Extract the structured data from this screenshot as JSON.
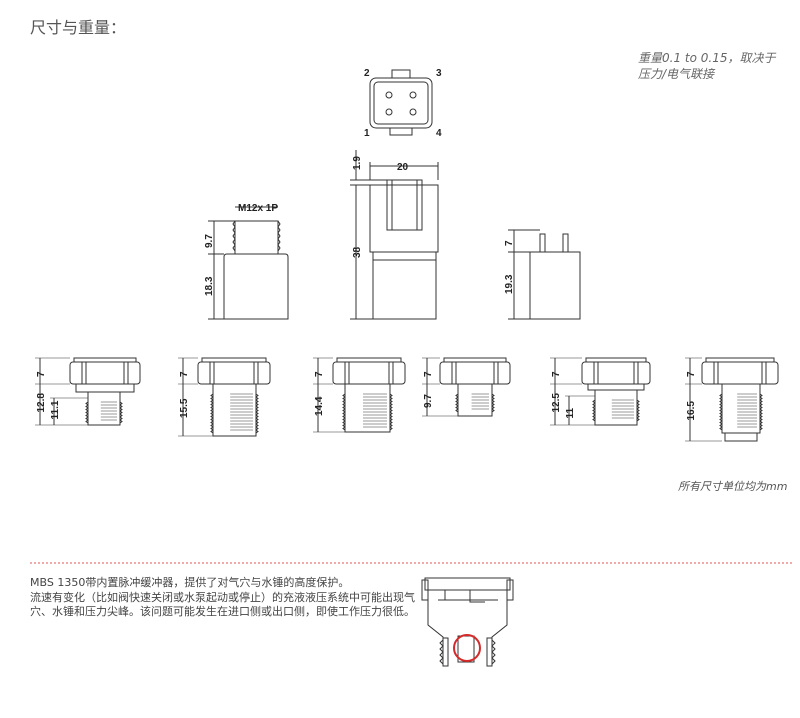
{
  "header": {
    "title": "尺寸与重量："
  },
  "weight_note": {
    "line1": "重量0.1 to 0.15，取决于",
    "line2": "压力/电气联接"
  },
  "connector": {
    "pins": [
      "2",
      "3",
      "1",
      "4"
    ]
  },
  "top_drawings": {
    "m12": {
      "thread": "M12x 1P",
      "thread_height": "9.7",
      "body_height": "18.3"
    },
    "din": {
      "top": "1.9",
      "width": "20",
      "height": "38"
    },
    "pins": {
      "pin_height": "7",
      "body_height": "19.3"
    }
  },
  "fittings": [
    {
      "dims": [
        "7",
        "12.8",
        "11.1"
      ]
    },
    {
      "dims": [
        "7",
        "15.5"
      ]
    },
    {
      "dims": [
        "7",
        "14.4"
      ]
    },
    {
      "dims": [
        "7",
        "9.7"
      ]
    },
    {
      "dims": [
        "7",
        "12.5",
        "11"
      ]
    },
    {
      "dims": [
        "7",
        "16.5"
      ]
    }
  ],
  "units_note": "所有尺寸单位均为mm",
  "description": {
    "line1": "MBS 1350带内置脉冲缓冲器，提供了对气穴与水锤的高度保护。",
    "line2": "流速有变化（比如阀快速关闭或水泵起动或停止）的充液液压系统中可能出现气穴、水锤和压力尖峰。该问题可能发生在进口侧或出口侧，即使工作压力很低。"
  },
  "colors": {
    "highlight": "#d42a2a",
    "divider": "#f1a9a9"
  }
}
